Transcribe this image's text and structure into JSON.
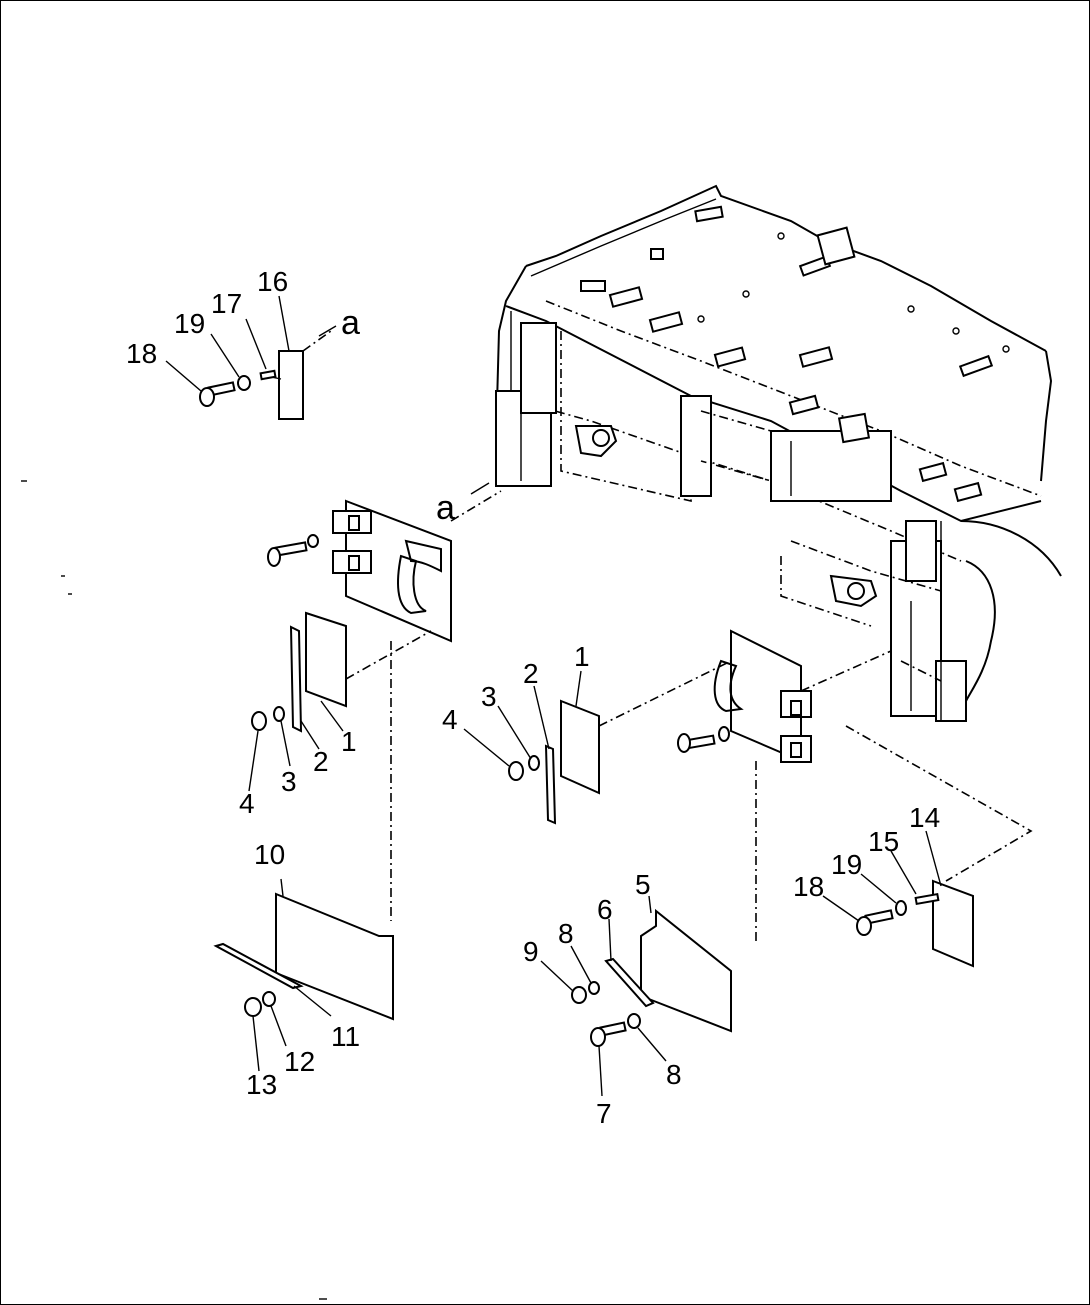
{
  "diagram": {
    "callouts": [
      {
        "id": "c16-top",
        "text": "16"
      },
      {
        "id": "c17-top",
        "text": "17"
      },
      {
        "id": "c19-top",
        "text": "19"
      },
      {
        "id": "c18-top",
        "text": "18"
      },
      {
        "id": "ca-top",
        "text": "a"
      },
      {
        "id": "ca-mid",
        "text": "a"
      },
      {
        "id": "c1-left",
        "text": "1"
      },
      {
        "id": "c2-left",
        "text": "2"
      },
      {
        "id": "c3-left",
        "text": "3"
      },
      {
        "id": "c4-left",
        "text": "4"
      },
      {
        "id": "c1-mid",
        "text": "1"
      },
      {
        "id": "c2-mid",
        "text": "2"
      },
      {
        "id": "c3-mid",
        "text": "3"
      },
      {
        "id": "c4-mid",
        "text": "4"
      },
      {
        "id": "c10",
        "text": "10"
      },
      {
        "id": "c11",
        "text": "11"
      },
      {
        "id": "c12",
        "text": "12"
      },
      {
        "id": "c13",
        "text": "13"
      },
      {
        "id": "c5",
        "text": "5"
      },
      {
        "id": "c6",
        "text": "6"
      },
      {
        "id": "c8-top",
        "text": "8"
      },
      {
        "id": "c9",
        "text": "9"
      },
      {
        "id": "c8-bot",
        "text": "8"
      },
      {
        "id": "c7",
        "text": "7"
      },
      {
        "id": "c14",
        "text": "14"
      },
      {
        "id": "c15",
        "text": "15"
      },
      {
        "id": "c19-right",
        "text": "19"
      },
      {
        "id": "c18-right",
        "text": "18"
      }
    ]
  }
}
